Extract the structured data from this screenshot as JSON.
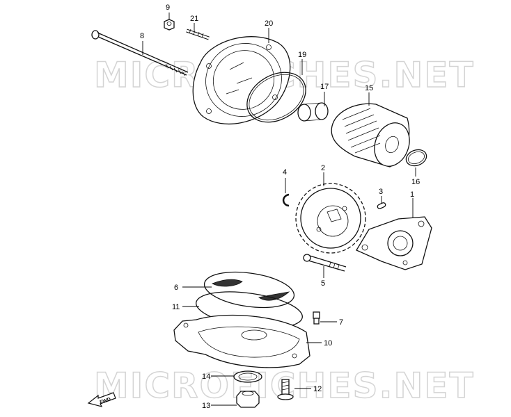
{
  "watermark": "MICROFICHES.NET",
  "direction_label": "FWD",
  "callouts": [
    "1",
    "2",
    "3",
    "4",
    "5",
    "6",
    "7",
    "8",
    "9",
    "10",
    "11",
    "12",
    "13",
    "14",
    "15",
    "16",
    "17",
    "19",
    "20",
    "21"
  ]
}
